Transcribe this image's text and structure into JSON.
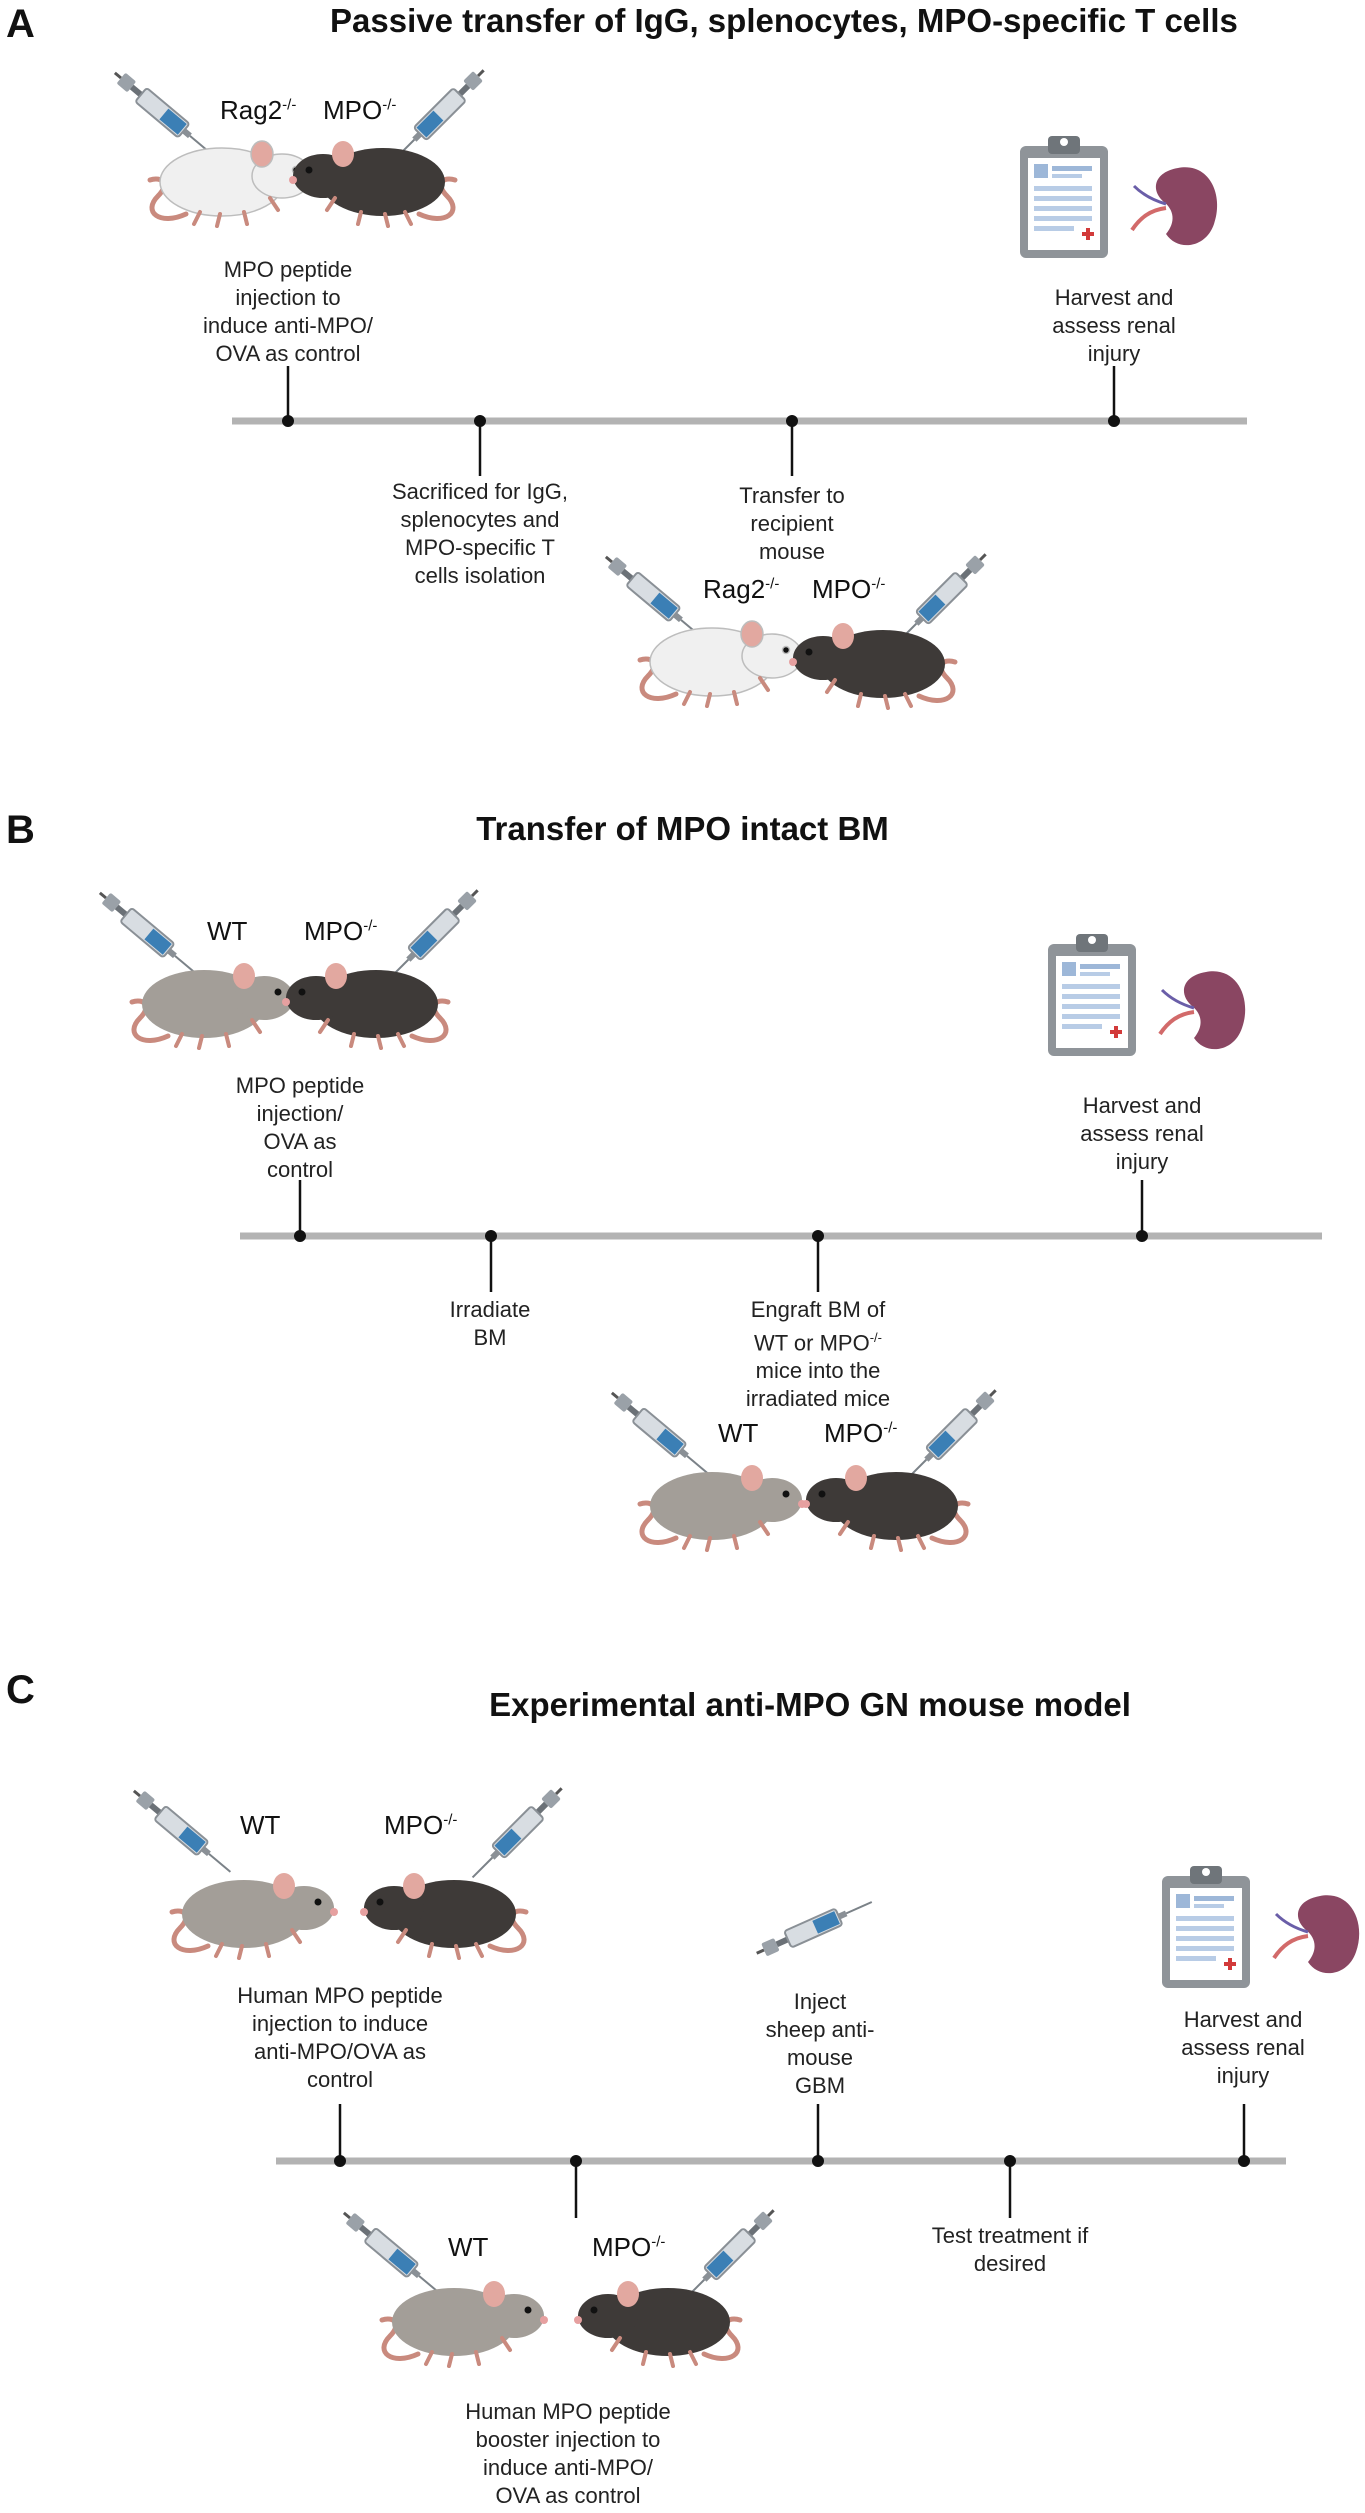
{
  "panels": [
    {
      "letter": "A",
      "title": "Passive transfer of IgG, splenocytes, MPO-specific T cells",
      "strains_top": [
        {
          "name": "Rag2",
          "sup": "-/-"
        },
        {
          "name": "MPO",
          "sup": "-/-"
        }
      ],
      "strains_bottom": [
        {
          "name": "Rag2",
          "sup": "-/-"
        },
        {
          "name": "MPO",
          "sup": "-/-"
        }
      ],
      "steps": [
        "MPO peptide\ninjection to\ninduce anti-MPO/\nOVA as control",
        "Sacrificed for IgG,\nsplenocytes and\nMPO-specific T\ncells isolation",
        "Transfer to\nrecipient\nmouse",
        "Harvest and\nassess renal\ninjury"
      ]
    },
    {
      "letter": "B",
      "title": "Transfer of MPO intact BM",
      "strains_top": [
        {
          "name": "WT",
          "sup": ""
        },
        {
          "name": "MPO",
          "sup": "-/-"
        }
      ],
      "strains_bottom": [
        {
          "name": "WT",
          "sup": ""
        },
        {
          "name": "MPO",
          "sup": "-/-"
        }
      ],
      "steps": [
        "MPO peptide\ninjection/\nOVA as\ncontrol",
        "Irradiate\nBM",
        "Harvest and\nassess renal\ninjury"
      ],
      "engraft": {
        "line1": "Engraft BM of",
        "line2_pre": "WT or MPO",
        "line2_sup": "-/-",
        "line3": "mice into the",
        "line4": "irradiated mice"
      }
    },
    {
      "letter": "C",
      "title": "Experimental anti-MPO GN mouse model",
      "strains_top": [
        {
          "name": "WT",
          "sup": ""
        },
        {
          "name": "MPO",
          "sup": "-/-"
        }
      ],
      "strains_bottom": [
        {
          "name": "WT",
          "sup": ""
        },
        {
          "name": "MPO",
          "sup": "-/-"
        }
      ],
      "steps": [
        "Human MPO peptide\ninjection to induce\nanti-MPO/OVA as\ncontrol",
        "Human MPO peptide\nbooster injection to\ninduce anti-MPO/\nOVA as control",
        "Inject\nsheep anti-\nmouse\nGBM",
        "Test treatment if\ndesired",
        "Harvest and\nassess renal\ninjury"
      ]
    }
  ],
  "colors": {
    "timeline": "#b3b3b3",
    "tick": "#111111",
    "mouse_white": "#f0f0f0",
    "mouse_grey": "#a39e98",
    "mouse_black": "#3e3a38",
    "tail": "#c98a7e",
    "syringe_barrel": "#d8dde2",
    "syringe_fluid": "#3b7fb5",
    "clipboard": "#8f9499",
    "paper": "#ffffff",
    "form_lines": "#9db7d8",
    "kidney": "#8a4662",
    "cross": "#d23a3a"
  }
}
